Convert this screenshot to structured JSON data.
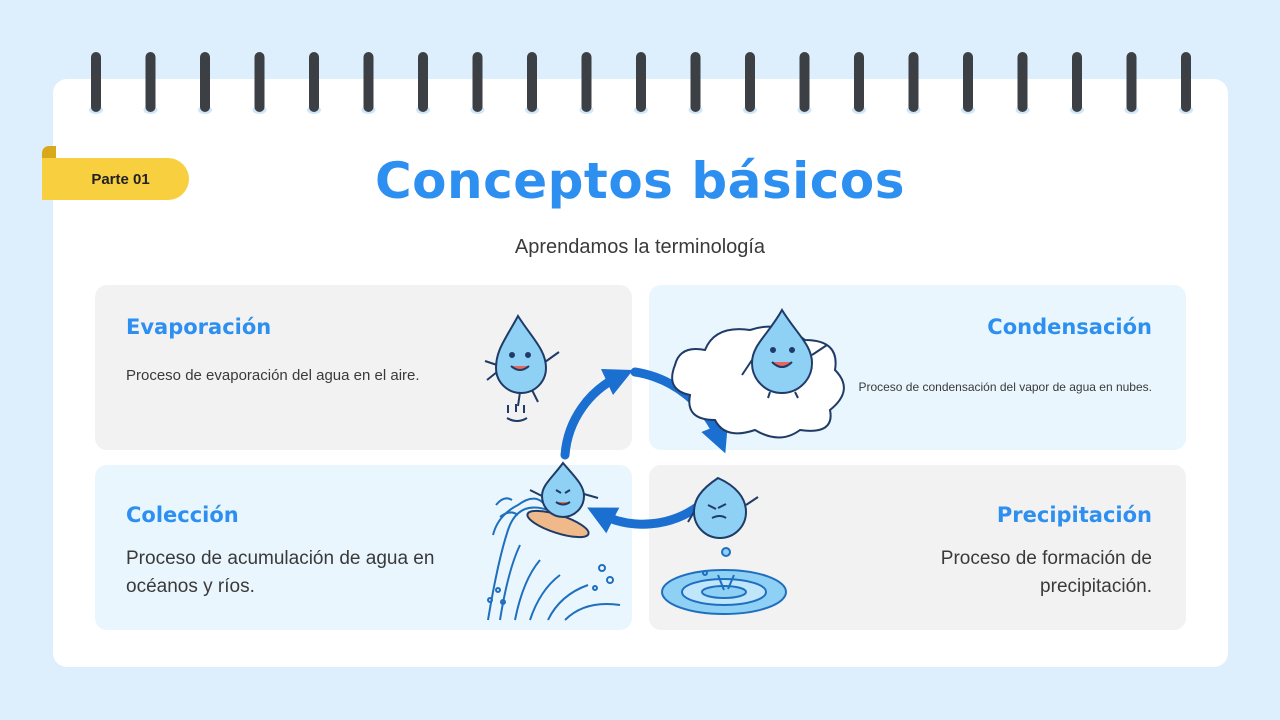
{
  "tag": {
    "label": "Parte 01"
  },
  "header": {
    "title": "Conceptos básicos",
    "subtitle": "Aprendamos la terminología"
  },
  "cards": {
    "evaporation": {
      "title": "Evaporación",
      "text": "Proceso de evaporación del agua en el aire."
    },
    "condensation": {
      "title": "Condensación",
      "text": "Proceso de condensación del vapor de agua en nubes."
    },
    "collection": {
      "title": "Colección",
      "text": "Proceso de acumulación de agua en océanos y ríos."
    },
    "precipitation": {
      "title": "Precipitación",
      "text": "Proceso de formación de precipitación."
    }
  },
  "colors": {
    "background": "#ddeefc",
    "accent": "#2d8ff0",
    "ribbon": "#f8cf3f",
    "cycle_arrow": "#1b6fd1"
  },
  "icons": [
    "notebook-ring-icon",
    "water-drop-character-icon",
    "cloud-icon",
    "wave-icon",
    "cycle-arrow-icon",
    "puddle-splash-icon"
  ]
}
